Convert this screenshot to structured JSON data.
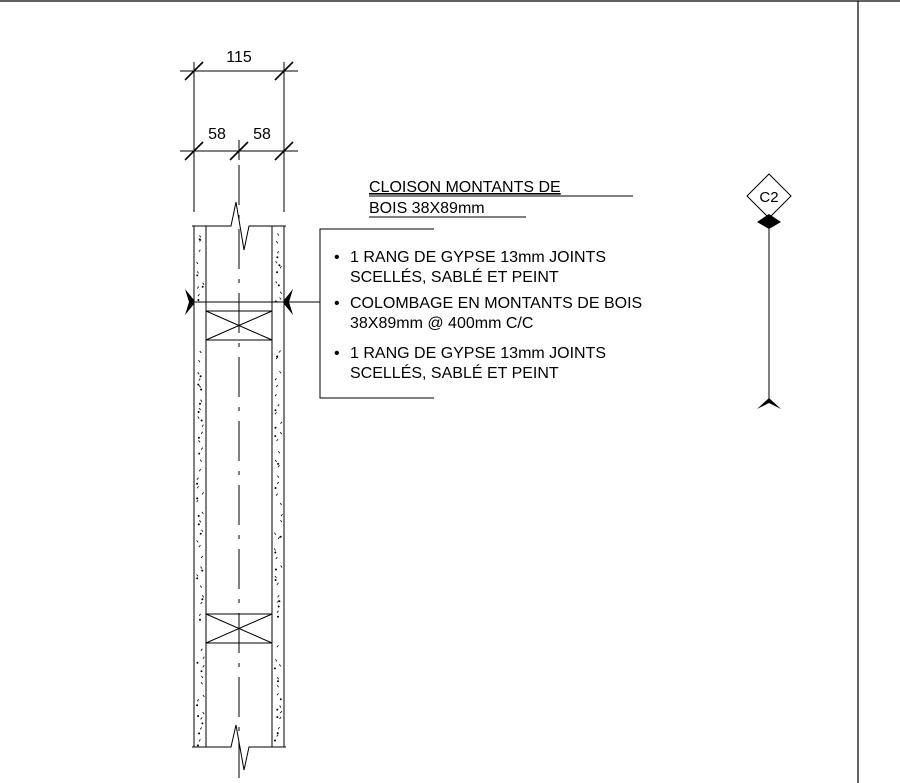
{
  "dimensions": {
    "overall": "115",
    "left_half": "58",
    "right_half": "58"
  },
  "wall_type": {
    "title_line1": "CLOISON MONTANTS DE",
    "title_line2": "BOIS 38X89mm"
  },
  "notes": [
    {
      "bullet": "•",
      "line1": "1 RANG DE GYPSE 13mm JOINTS",
      "line2": "SCELLÉS, SABLÉ ET PEINT"
    },
    {
      "bullet": "•",
      "line1": "COLOMBAGE EN MONTANTS DE BOIS",
      "line2": "38X89mm @ 400mm C/C"
    },
    {
      "bullet": "•",
      "line1": "1 RANG DE GYPSE 13mm JOINTS",
      "line2": "SCELLÉS, SABLÉ ET PEINT"
    }
  ],
  "section_tag": {
    "label": "C2"
  }
}
